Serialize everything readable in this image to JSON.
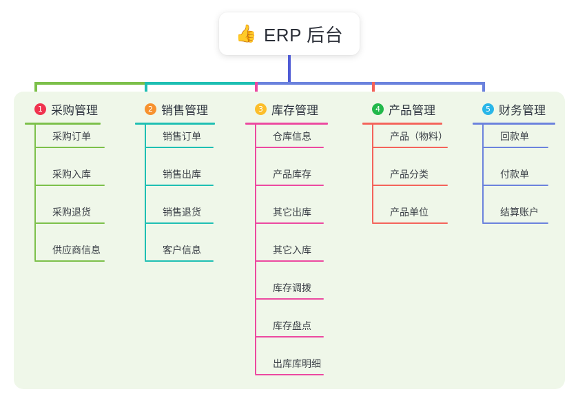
{
  "title": {
    "emoji": "👍",
    "emoji_name": "thumbs-up-icon",
    "text": "ERP 后台"
  },
  "palette": {
    "panel_bg": "#eff7e9",
    "page_bg": "#ffffff",
    "root_stem": "#4f5bd5",
    "col1": "#7cc04a",
    "col2": "#1ebfb3",
    "col3": "#ec49a0",
    "col4": "#f4635a",
    "col5": "#6b82dd",
    "badge1": "#f0334f",
    "badge2": "#f7922f",
    "badge3": "#fcbe2b",
    "badge4": "#22b84b",
    "badge5": "#29b6e8"
  },
  "columns": [
    {
      "index": "1",
      "title": "采购管理",
      "badge_color": "#f0334f",
      "line_color": "#7cc04a",
      "items": [
        "采购订单",
        "采购入库",
        "采购退货",
        "供应商信息"
      ]
    },
    {
      "index": "2",
      "title": "销售管理",
      "badge_color": "#f7922f",
      "line_color": "#1ebfb3",
      "items": [
        "销售订单",
        "销售出库",
        "销售退货",
        "客户信息"
      ]
    },
    {
      "index": "3",
      "title": "库存管理",
      "badge_color": "#fcbe2b",
      "line_color": "#ec49a0",
      "items": [
        "仓库信息",
        "产品库存",
        "其它出库",
        "其它入库",
        "库存调拨",
        "库存盘点",
        "出库库明细"
      ]
    },
    {
      "index": "4",
      "title": "产品管理",
      "badge_color": "#22b84b",
      "line_color": "#f4635a",
      "items": [
        "产品（物料）",
        "产品分类",
        "产品单位"
      ]
    },
    {
      "index": "5",
      "title": "财务管理",
      "badge_color": "#29b6e8",
      "line_color": "#6b82dd",
      "items": [
        "回款单",
        "付款单",
        "结算账户"
      ]
    }
  ]
}
